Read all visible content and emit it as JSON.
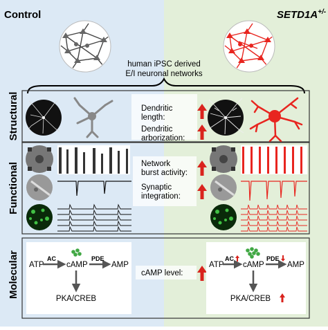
{
  "header": {
    "left_title": "Control",
    "right_title_base": "SETD1A",
    "right_title_sup": "+/-",
    "center_line1": "human iPSC derived",
    "center_line2": "E/I neuronal networks"
  },
  "sections": {
    "structural": "Structural",
    "functional": "Functional",
    "molecular": "Molecular"
  },
  "structural_labels": {
    "dendritic_length_1": "Dendritic",
    "dendritic_length_2": "length:",
    "arborization_1": "Dendritic",
    "arborization_2": "arborization:"
  },
  "functional_labels": {
    "burst_1": "Network",
    "burst_2": "burst activity:",
    "synaptic_1": "Synaptic",
    "synaptic_2": "integration:"
  },
  "molecular": {
    "atp": "ATP",
    "ac": "AC",
    "camp": "cAMP",
    "pde": "PDE",
    "amp": "AMP",
    "pka_creb": "PKA/CREB",
    "camp_level": "cAMP level:"
  },
  "colors": {
    "control_bg": "#dce9f5",
    "setd1a_bg": "#e3efd9",
    "red": "#e8251f",
    "arrow_red": "#d9231d",
    "gray_dark": "#555555"
  }
}
